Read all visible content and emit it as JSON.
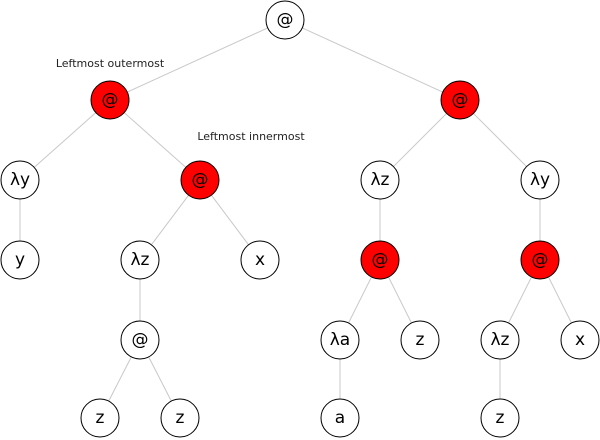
{
  "colors": {
    "redex": "#ff0000",
    "node_fill": "#ffffff",
    "node_stroke": "#000000",
    "edge": "#c8c8c8"
  },
  "annotations": {
    "leftmost_outermost": "Leftmost outermost",
    "leftmost_innermost": "Leftmost innermost"
  },
  "nodes": [
    {
      "id": "root",
      "label": "@",
      "redex": false
    },
    {
      "id": "l",
      "label": "@",
      "redex": true
    },
    {
      "id": "r",
      "label": "@",
      "redex": true
    },
    {
      "id": "l_lam_y",
      "label": "λy",
      "redex": false
    },
    {
      "id": "l_app",
      "label": "@",
      "redex": true
    },
    {
      "id": "l_y",
      "label": "y",
      "redex": false
    },
    {
      "id": "l_lam_z",
      "label": "λz",
      "redex": false
    },
    {
      "id": "l_x",
      "label": "x",
      "redex": false
    },
    {
      "id": "l_app2",
      "label": "@",
      "redex": false
    },
    {
      "id": "l_z1",
      "label": "z",
      "redex": false
    },
    {
      "id": "l_z2",
      "label": "z",
      "redex": false
    },
    {
      "id": "r_lam_z",
      "label": "λz",
      "redex": false
    },
    {
      "id": "r_lam_y",
      "label": "λy",
      "redex": false
    },
    {
      "id": "r_app1",
      "label": "@",
      "redex": true
    },
    {
      "id": "r_app2",
      "label": "@",
      "redex": true
    },
    {
      "id": "r_lam_a",
      "label": "λa",
      "redex": false
    },
    {
      "id": "r_z",
      "label": "z",
      "redex": false
    },
    {
      "id": "r_lam_z2",
      "label": "λz",
      "redex": false
    },
    {
      "id": "r_x",
      "label": "x",
      "redex": false
    },
    {
      "id": "r_a",
      "label": "a",
      "redex": false
    },
    {
      "id": "r_z2",
      "label": "z",
      "redex": false
    }
  ],
  "edges": [
    [
      "root",
      "l"
    ],
    [
      "root",
      "r"
    ],
    [
      "l",
      "l_lam_y"
    ],
    [
      "l",
      "l_app"
    ],
    [
      "l_lam_y",
      "l_y"
    ],
    [
      "l_app",
      "l_lam_z"
    ],
    [
      "l_app",
      "l_x"
    ],
    [
      "l_lam_z",
      "l_app2"
    ],
    [
      "l_app2",
      "l_z1"
    ],
    [
      "l_app2",
      "l_z2"
    ],
    [
      "r",
      "r_lam_z"
    ],
    [
      "r",
      "r_lam_y"
    ],
    [
      "r_lam_z",
      "r_app1"
    ],
    [
      "r_lam_y",
      "r_app2"
    ],
    [
      "r_app1",
      "r_lam_a"
    ],
    [
      "r_app1",
      "r_z"
    ],
    [
      "r_app2",
      "r_lam_z2"
    ],
    [
      "r_app2",
      "r_x"
    ],
    [
      "r_lam_a",
      "r_a"
    ],
    [
      "r_lam_z2",
      "r_z2"
    ]
  ]
}
